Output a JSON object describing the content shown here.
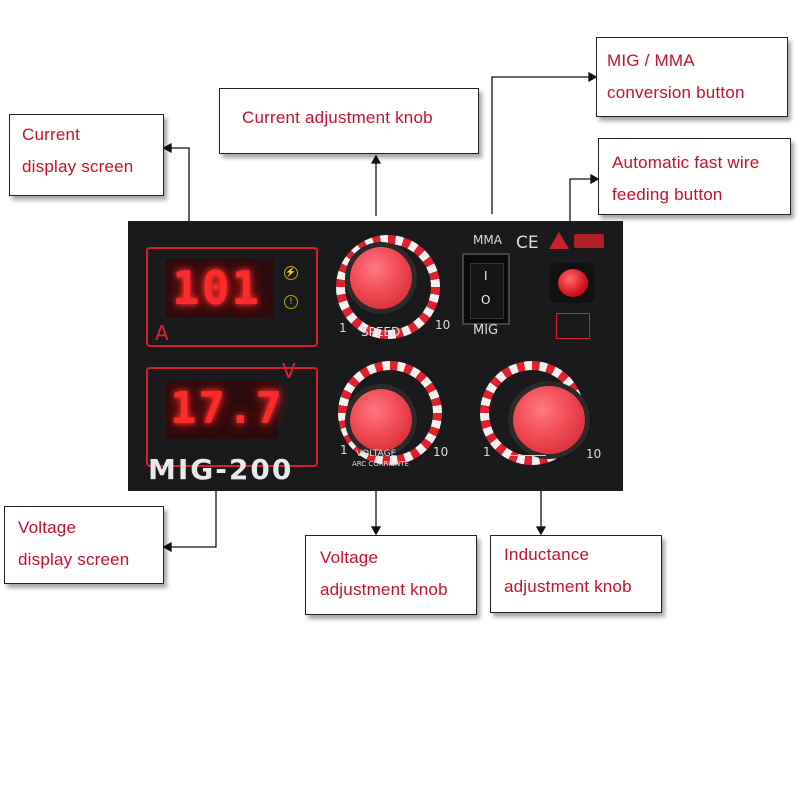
{
  "callouts": {
    "current_display": [
      "Current",
      "display screen"
    ],
    "current_knob": [
      "Current adjustment knob"
    ],
    "mig_mma_button": [
      "MIG / MMA",
      "conversion button"
    ],
    "wire_button": [
      "Automatic fast wire",
      "feeding button"
    ],
    "voltage_display": [
      "Voltage",
      "display screen"
    ],
    "voltage_knob": [
      "Voltage",
      "adjustment knob"
    ],
    "inductance_knob": [
      "Inductance",
      "adjustment knob"
    ]
  },
  "panel": {
    "current_value": "101",
    "current_unit": "A",
    "voltage_value": "17.7",
    "voltage_unit": "V",
    "model": "MIG-200",
    "speed_label": "SPEED",
    "voltage_label": "VOLTAGE",
    "voltage_sublabel": "ARC CORRIENTE",
    "scale_min": "1",
    "scale_max": "10",
    "switch_top_label": "MMA",
    "switch_bottom_label": "MIG",
    "switch_on": "I",
    "switch_off": "O",
    "ce_mark": "CE"
  },
  "colors": {
    "callout_text": "#c8102e",
    "panel_bg": "#1a1a1c",
    "display_red": "#ff2a2a",
    "knob_red": "#f04a55"
  }
}
